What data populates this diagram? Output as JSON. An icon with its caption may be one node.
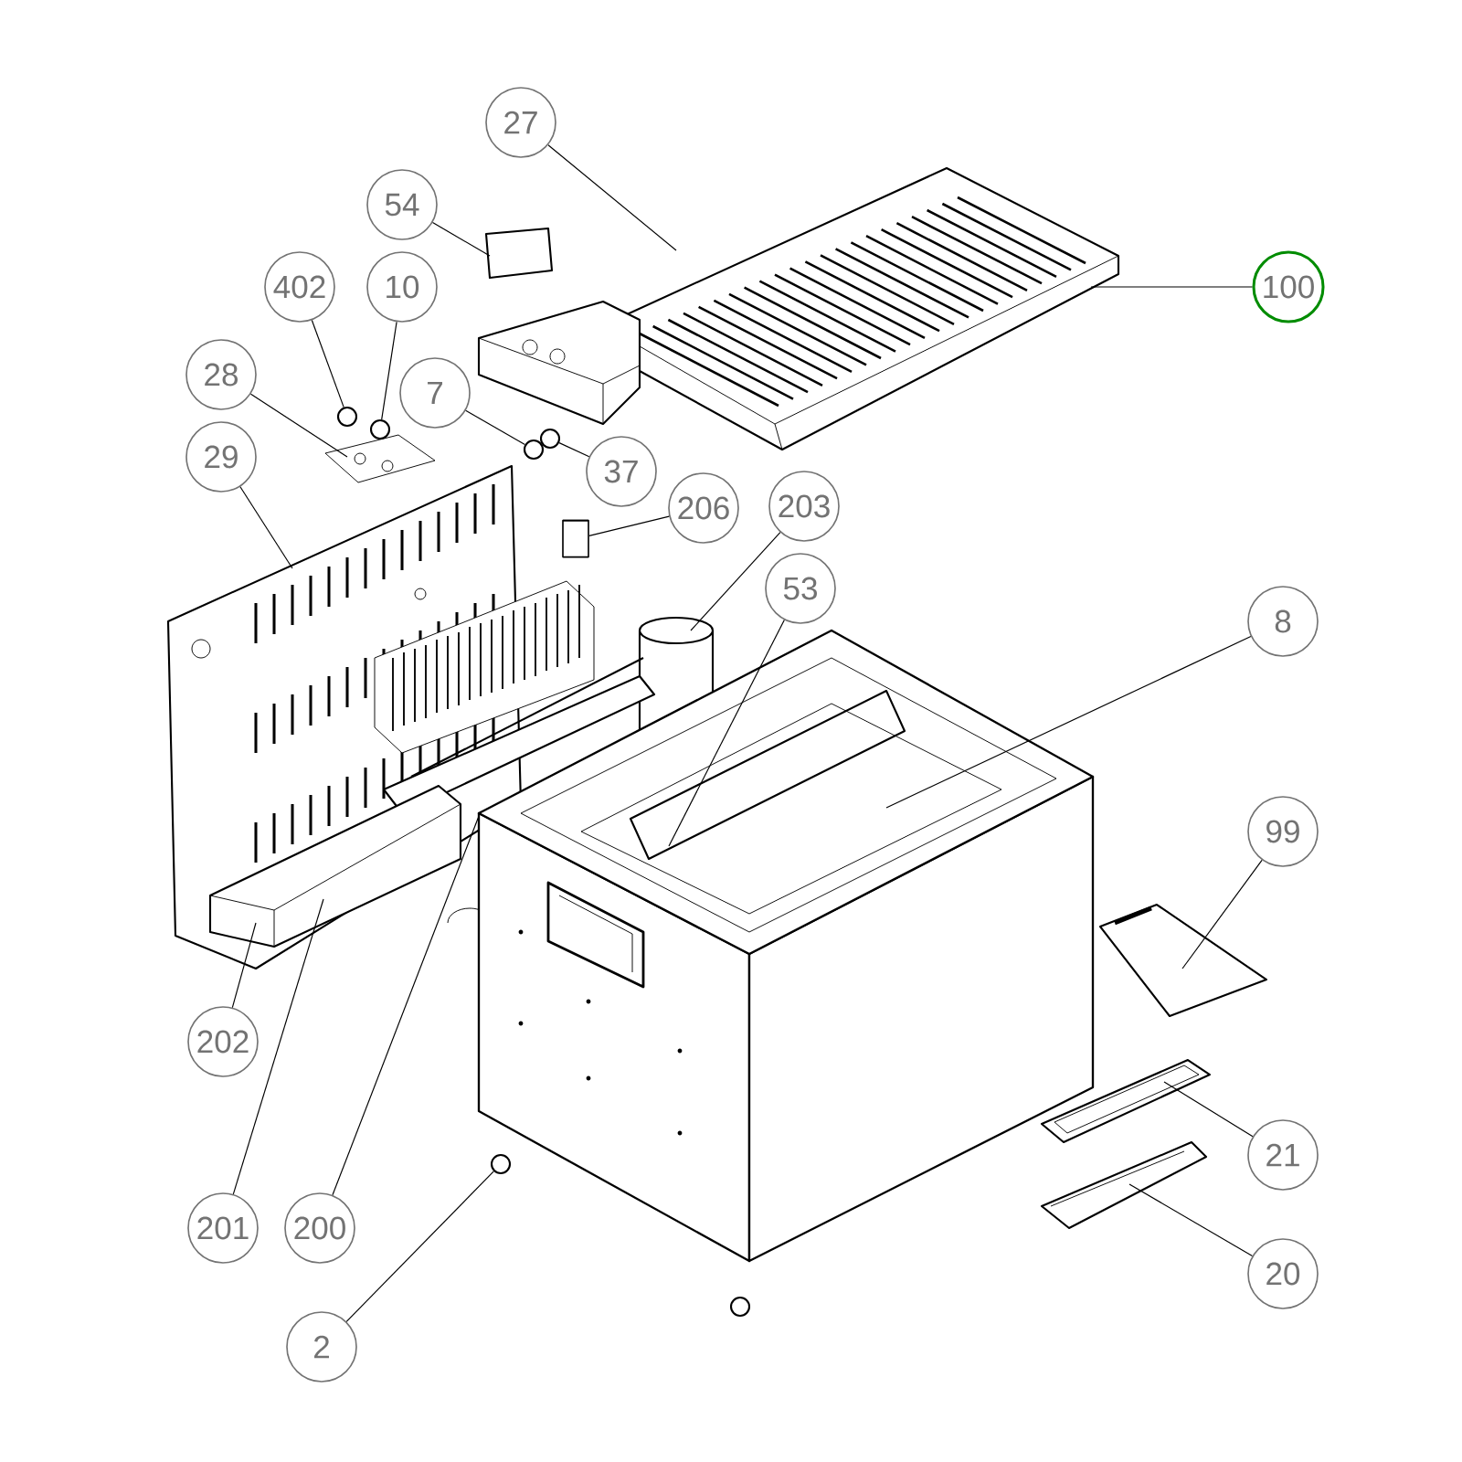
{
  "diagram": {
    "nodes": [
      {
        "text": [
          "27"
        ]
      },
      {
        "text": [
          "54"
        ]
      },
      {
        "text": [
          "402"
        ]
      },
      {
        "text": [
          "10"
        ]
      },
      {
        "text": [
          "100"
        ]
      },
      {
        "text": [
          "28"
        ]
      },
      {
        "text": [
          "7"
        ]
      },
      {
        "text": [
          "29"
        ]
      },
      {
        "text": [
          "37"
        ]
      },
      {
        "text": [
          "206"
        ]
      },
      {
        "text": [
          "203"
        ]
      },
      {
        "text": [
          "53"
        ]
      },
      {
        "text": [
          "8"
        ]
      },
      {
        "text": [
          "99"
        ]
      },
      {
        "text": [
          "202"
        ]
      },
      {
        "text": [
          "21"
        ]
      },
      {
        "text": [
          "201"
        ]
      },
      {
        "text": [
          "200"
        ]
      },
      {
        "text": [
          "20"
        ]
      },
      {
        "text": [
          "2"
        ]
      },
      {
        "text": [],
        "shape": "circle"
      },
      {
        "text": [],
        "shape": "circle"
      },
      {
        "text": [],
        "shape": "circle"
      },
      {
        "text": [],
        "shape": "circle"
      },
      {
        "text": [],
        "shape": "cylinder"
      },
      {
        "text": [],
        "shape": "circle"
      },
      {
        "text": [],
        "shape": "circle"
      }
    ],
    "edges": [
      {
        "from": 0,
        "to": null,
        "arrow": "none"
      },
      {
        "from": 1,
        "to": null,
        "arrow": "none"
      },
      {
        "from": 2,
        "to": 20,
        "arrow": "none"
      },
      {
        "from": 3,
        "to": 21,
        "arrow": "none"
      },
      {
        "from": 4,
        "to": null,
        "arrow": "none"
      },
      {
        "from": 5,
        "to": null,
        "arrow": "none"
      },
      {
        "from": 6,
        "to": 22,
        "arrow": "none"
      },
      {
        "from": 7,
        "to": null,
        "arrow": "none"
      },
      {
        "from": 8,
        "to": 23,
        "arrow": "none"
      },
      {
        "from": 9,
        "to": 24,
        "arrow": "none"
      },
      {
        "from": 10,
        "to": null,
        "arrow": "none"
      },
      {
        "from": 11,
        "to": null,
        "arrow": "none"
      },
      {
        "from": 12,
        "to": null,
        "arrow": "none"
      },
      {
        "from": 13,
        "to": null,
        "arrow": "none"
      },
      {
        "from": 14,
        "to": null,
        "arrow": "none"
      },
      {
        "from": 15,
        "to": null,
        "arrow": "none"
      },
      {
        "from": 16,
        "to": null,
        "arrow": "none"
      },
      {
        "from": 17,
        "to": null,
        "arrow": "none"
      },
      {
        "from": 18,
        "to": null,
        "arrow": "none"
      },
      {
        "from": 19,
        "to": 25,
        "arrow": "none"
      }
    ]
  }
}
